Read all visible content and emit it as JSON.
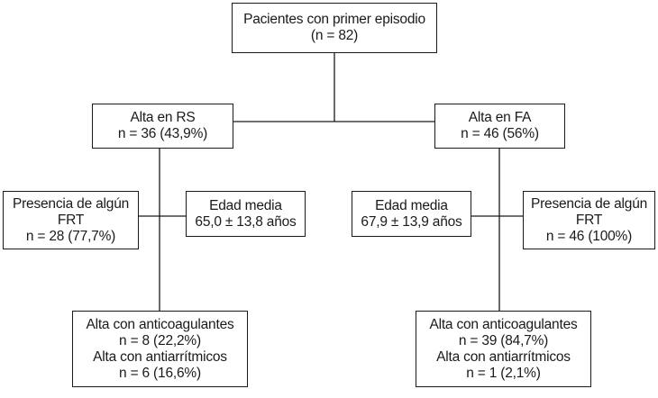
{
  "nodes": {
    "root": {
      "lines": [
        "Pacientes con primer episodio",
        "(n = 82)"
      ]
    },
    "rs": {
      "lines": [
        "Alta en RS",
        "n = 36 (43,9%)"
      ]
    },
    "fa": {
      "lines": [
        "Alta en FA",
        "n = 46 (56%)"
      ]
    },
    "rs_frt": {
      "lines": [
        "Presencia de algún",
        "FRT",
        "n = 28 (77,7%)"
      ]
    },
    "rs_age": {
      "lines": [
        "Edad media",
        "65,0 ± 13,8 años"
      ]
    },
    "fa_age": {
      "lines": [
        "Edad media",
        "67,9 ± 13,9 años"
      ]
    },
    "fa_frt": {
      "lines": [
        "Presencia de algún",
        "FRT",
        "n = 46 (100%)"
      ]
    },
    "rs_out": {
      "lines": [
        "Alta con anticoagulantes",
        "n = 8 (22,2%)",
        "Alta con antiarrítmicos",
        "n = 6 (16,6%)"
      ]
    },
    "fa_out": {
      "lines": [
        "Alta con anticoagulantes",
        "n = 39 (84,7%)",
        "Alta con antiarrítmicos",
        "n = 1 (2,1%)"
      ]
    }
  },
  "colors": {
    "line": "#1a1a1a",
    "background": "#ffffff"
  }
}
